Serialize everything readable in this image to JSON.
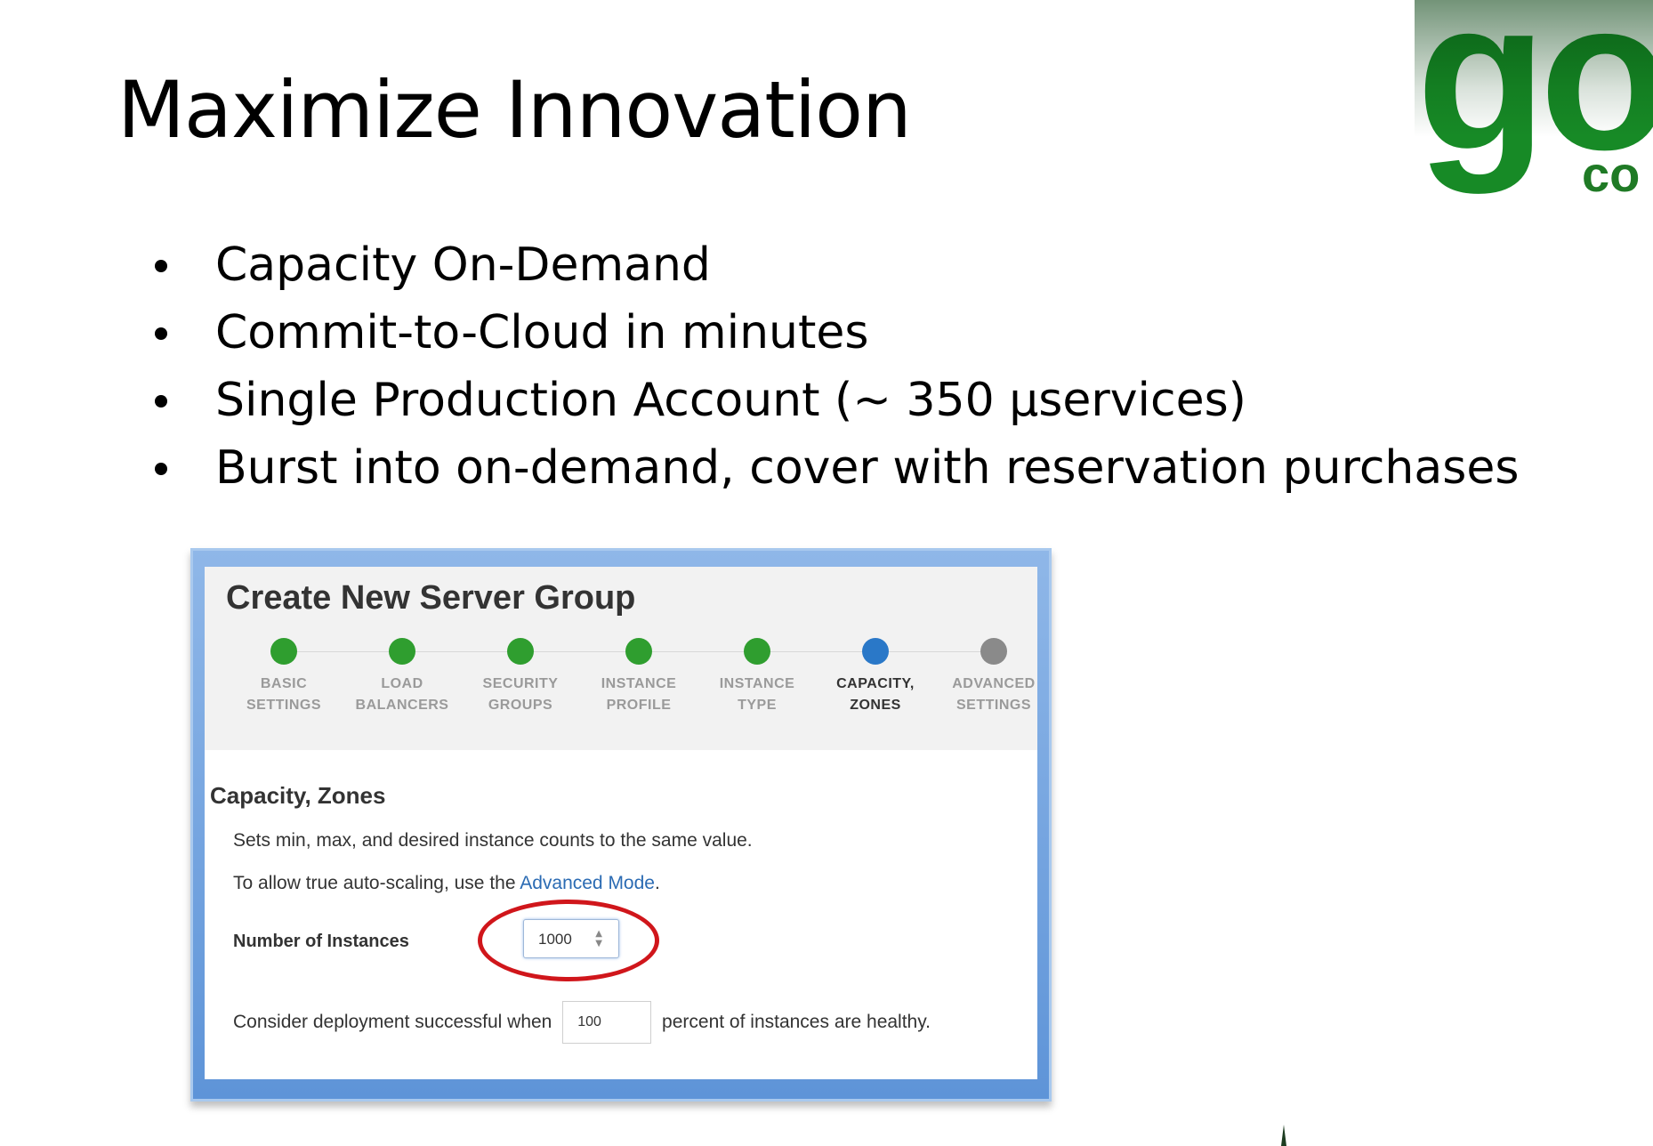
{
  "slide": {
    "title": "Maximize Innovation",
    "bullets": [
      "Capacity On-Demand",
      "Commit-to-Cloud in minutes",
      "Single Production Account (~ 350 µservices)",
      "Burst into on-demand, cover with reservation purchases"
    ]
  },
  "logo": {
    "main_text": "go",
    "sub_text": "co",
    "color": "#178a26"
  },
  "screenshot": {
    "title": "Create New Server Group",
    "wizard_steps": [
      {
        "label": "BASIC\nSETTINGS",
        "status": "complete",
        "color": "#2f9e2f"
      },
      {
        "label": "LOAD\nBALANCERS",
        "status": "complete",
        "color": "#2f9e2f"
      },
      {
        "label": "SECURITY\nGROUPS",
        "status": "complete",
        "color": "#2f9e2f"
      },
      {
        "label": "INSTANCE\nPROFILE",
        "status": "complete",
        "color": "#2f9e2f"
      },
      {
        "label": "INSTANCE\nTYPE",
        "status": "complete",
        "color": "#2f9e2f"
      },
      {
        "label": "CAPACITY,\nZONES",
        "status": "active",
        "color": "#2a78c8"
      },
      {
        "label": "ADVANCED\nSETTINGS",
        "status": "pending",
        "color": "#8a8a8a"
      }
    ],
    "section_title": "Capacity, Zones",
    "line1": "Sets min, max, and desired instance counts to the same value.",
    "line2_prefix": "To allow true auto-scaling, use the ",
    "line2_link": "Advanced Mode",
    "line2_suffix": ".",
    "instances_label": "Number of Instances",
    "instances_value": "1000",
    "consider_prefix": "Consider deployment successful when",
    "consider_value": "100",
    "consider_suffix": "percent of instances are healthy."
  }
}
